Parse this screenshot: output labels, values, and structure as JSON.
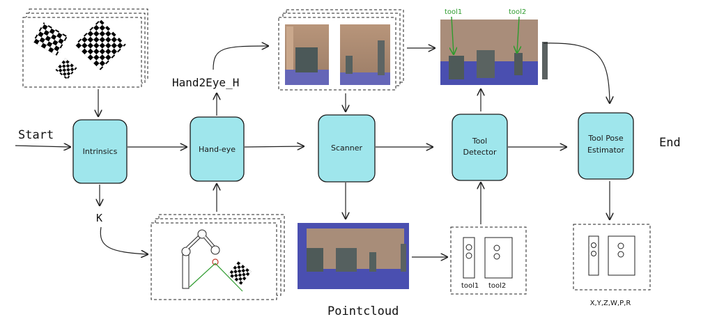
{
  "nodes": {
    "intrinsics": "Intrinsics",
    "hand_eye": "Hand-eye",
    "scanner": "Scanner",
    "tool_detector_l1": "Tool",
    "tool_detector_l2": "Detector",
    "tool_pose_l1": "Tool Pose",
    "tool_pose_l2": "Estimator"
  },
  "labels": {
    "start": "Start",
    "end": "End",
    "k": "K",
    "hand2eye": "Hand2Eye_H",
    "pointcloud": "Pointcloud",
    "tool1_green": "tool1",
    "tool2_green": "tool2",
    "tool1": "tool1",
    "tool2": "tool2",
    "pose_output": "X,Y,Z,W,P,R"
  },
  "colors": {
    "node_fill": "#9fe6ec",
    "node_stroke": "#1a1a1a",
    "scene_bg": "#4a4fb0",
    "green_arrow": "#2e9b2e"
  }
}
